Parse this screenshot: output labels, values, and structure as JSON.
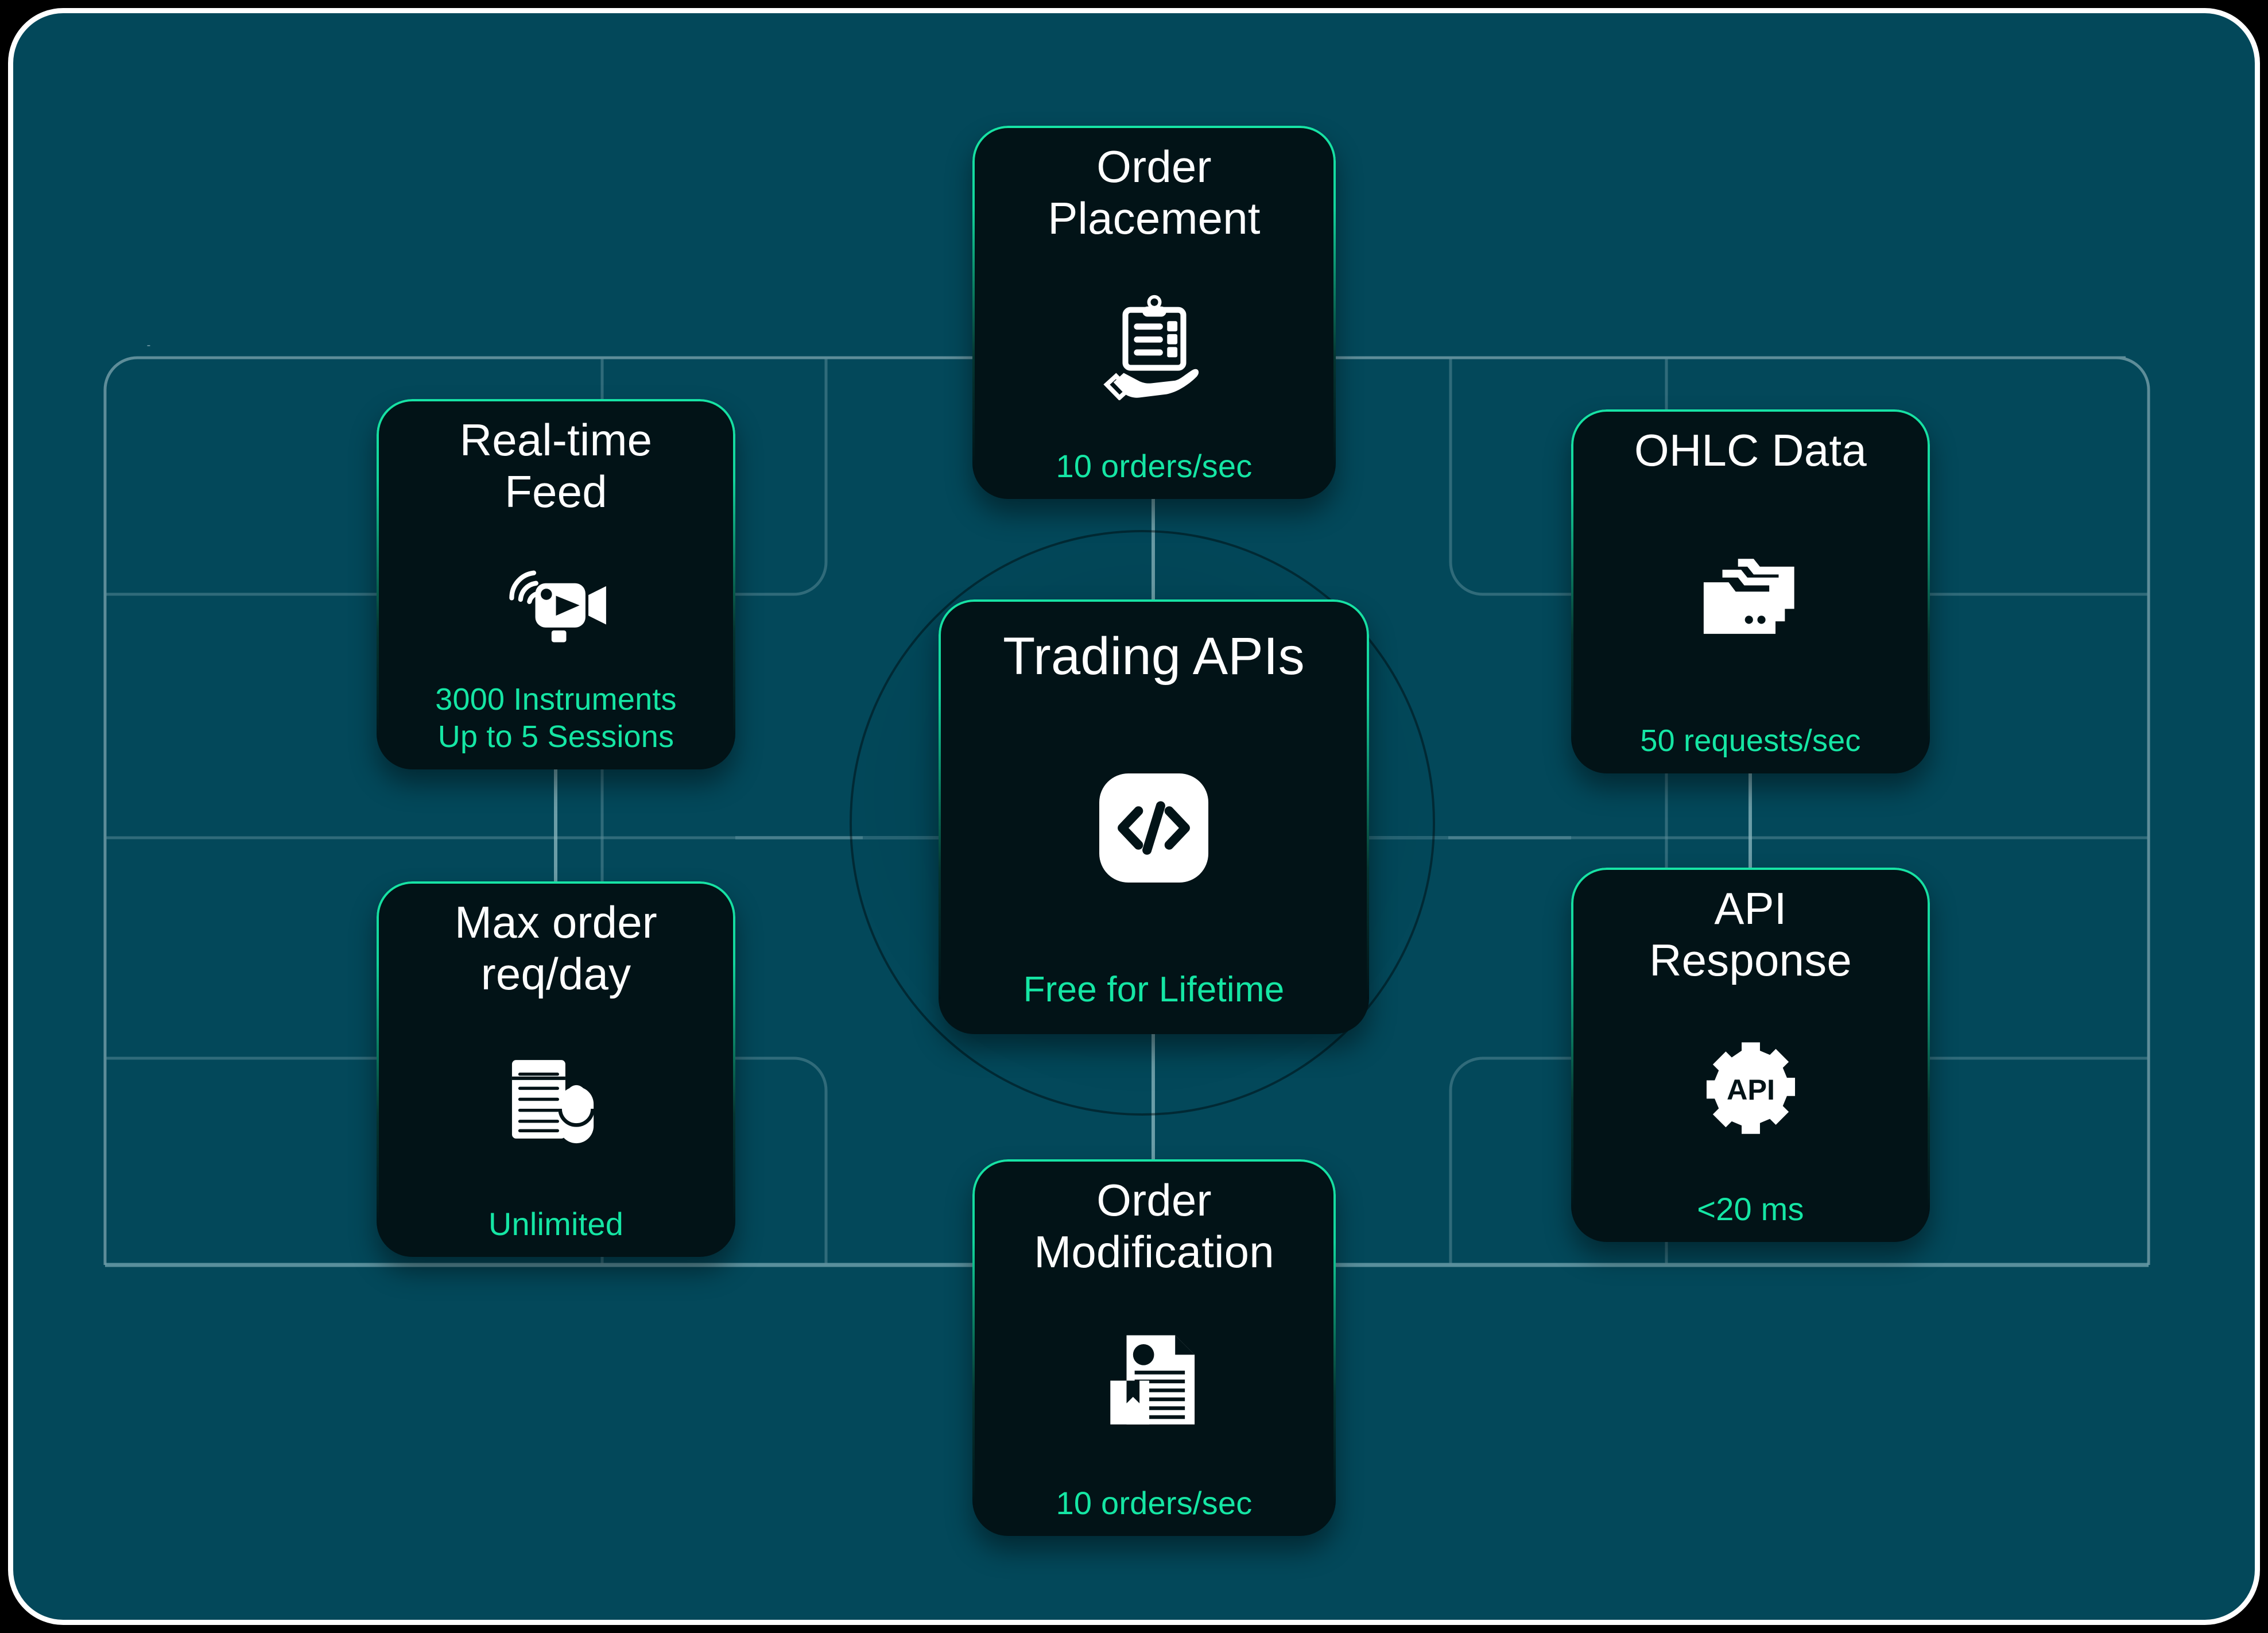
{
  "theme": {
    "background": "#03485a",
    "card_background": "#021317",
    "accent": "#15e6a4",
    "border_accent": "#17e3a5",
    "title_color": "#ffffff",
    "frame_border": "#ffffff"
  },
  "diagram": {
    "type": "hub-and-spoke",
    "center": {
      "id": "trading-apis",
      "title": "Trading APIs",
      "icon": "code-brackets-icon",
      "value": "Free for Lifetime"
    },
    "nodes": [
      {
        "id": "order-placement",
        "title": "Order Placement",
        "title_line1": "Order",
        "title_line2": "Placement",
        "icon": "clipboard-on-hand-icon",
        "value": "10 orders/sec",
        "position": "top"
      },
      {
        "id": "realtime-feed",
        "title": "Real-time Feed",
        "title_line1": "Real-time",
        "title_line2": "Feed",
        "icon": "live-video-camera-icon",
        "value": "3000 Instruments Up to 5 Sessions",
        "value_line1": "3000 Instruments",
        "value_line2": "Up to 5 Sessions",
        "position": "left-top"
      },
      {
        "id": "max-order-req-day",
        "title": "Max order req/day",
        "title_line1": "Max order",
        "title_line2": "req/day",
        "icon": "document-with-mouse-icon",
        "value": "Unlimited",
        "position": "left-bottom"
      },
      {
        "id": "ohlc-data",
        "title": "OHLC Data",
        "title_line1": "OHLC Data",
        "title_line2": "",
        "icon": "folders-stack-icon",
        "value": "50 requests/sec",
        "position": "right-top"
      },
      {
        "id": "api-response",
        "title": "API Response",
        "title_line1": "API",
        "title_line2": "Response",
        "icon": "api-gear-icon",
        "value": "<20 ms",
        "position": "right-bottom"
      },
      {
        "id": "order-modification",
        "title": "Order Modification",
        "title_line1": "Order",
        "title_line2": "Modification",
        "icon": "document-bookmark-icon",
        "value": "10 orders/sec",
        "position": "bottom"
      }
    ]
  }
}
